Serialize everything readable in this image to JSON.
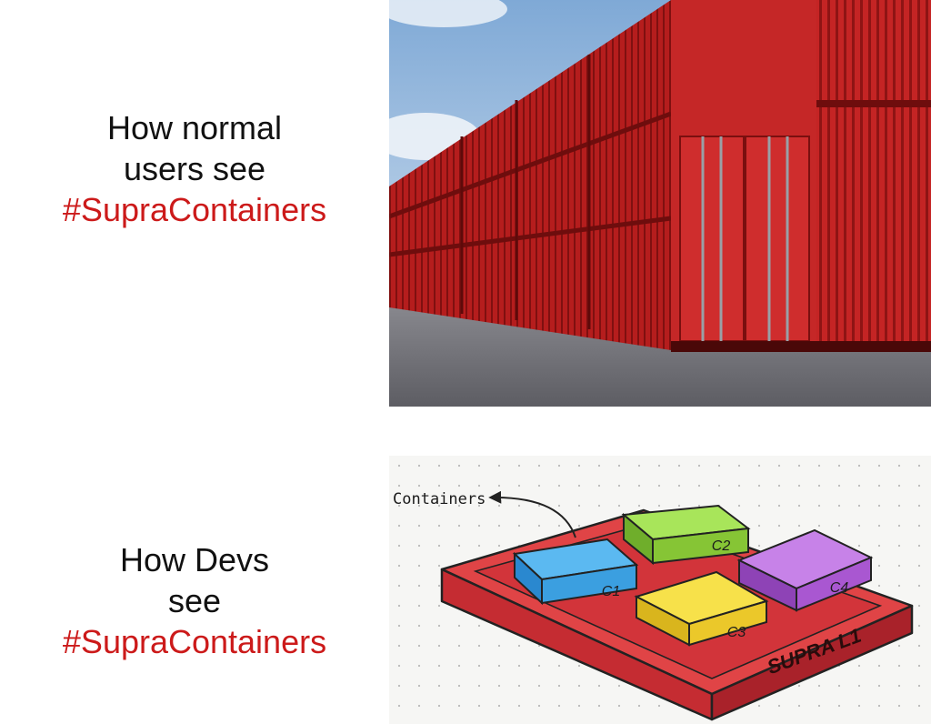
{
  "meme": {
    "top_caption": {
      "line1": "How normal",
      "line2": "users see",
      "hashtag": "#SupraContainers"
    },
    "bottom_caption": {
      "line1": "How Devs",
      "line2": "see",
      "hashtag": "#SupraContainers"
    }
  },
  "sketch": {
    "arrow_label": "Containers",
    "platform_label": "SUPRA L1",
    "containers": [
      {
        "label": "C1",
        "color": "#3fa7e8"
      },
      {
        "label": "C2",
        "color": "#8fd13a"
      },
      {
        "label": "C3",
        "color": "#f1d232"
      },
      {
        "label": "C4",
        "color": "#b25fd6"
      }
    ]
  },
  "colors": {
    "hashtag": "#cc1a1a",
    "container_red": "#b81c1c",
    "platform_red": "#d8333a"
  }
}
